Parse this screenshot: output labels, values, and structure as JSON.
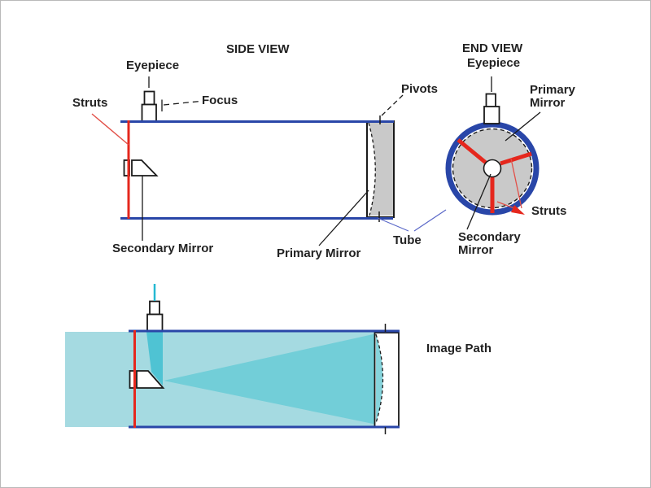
{
  "side_view": {
    "title": "SIDE VIEW",
    "struts_label": "Struts",
    "eyepiece_label": "Eyepiece",
    "focus_label": "Focus",
    "secondary_mirror_label": "Secondary Mirror",
    "primary_mirror_label": "Primary Mirror",
    "pivots_label": "Pivots",
    "tube_label": "Tube"
  },
  "end_view": {
    "title": "END VIEW",
    "eyepiece_label": "Eyepiece",
    "primary_mirror_label": "Primary\nMirror",
    "struts_label": "Struts",
    "secondary_mirror_label": "Secondary\nMirror"
  },
  "bottom_view": {
    "image_path_label": "Image Path"
  },
  "colors": {
    "tube_blue": "#2946a8",
    "strut_red": "#e5271d",
    "pointer_red": "#e25048",
    "pointer_blue": "#5a68c8",
    "mirror_gray": "#c9c9c9",
    "incoming_light": "#a5dae1",
    "converging_beam": "#72ced8",
    "focused_beam": "#4fc3d3",
    "lens_fill": "#87d4dc",
    "exit_ray": "#25b8d2",
    "outline_black": "#1a1a1a"
  }
}
